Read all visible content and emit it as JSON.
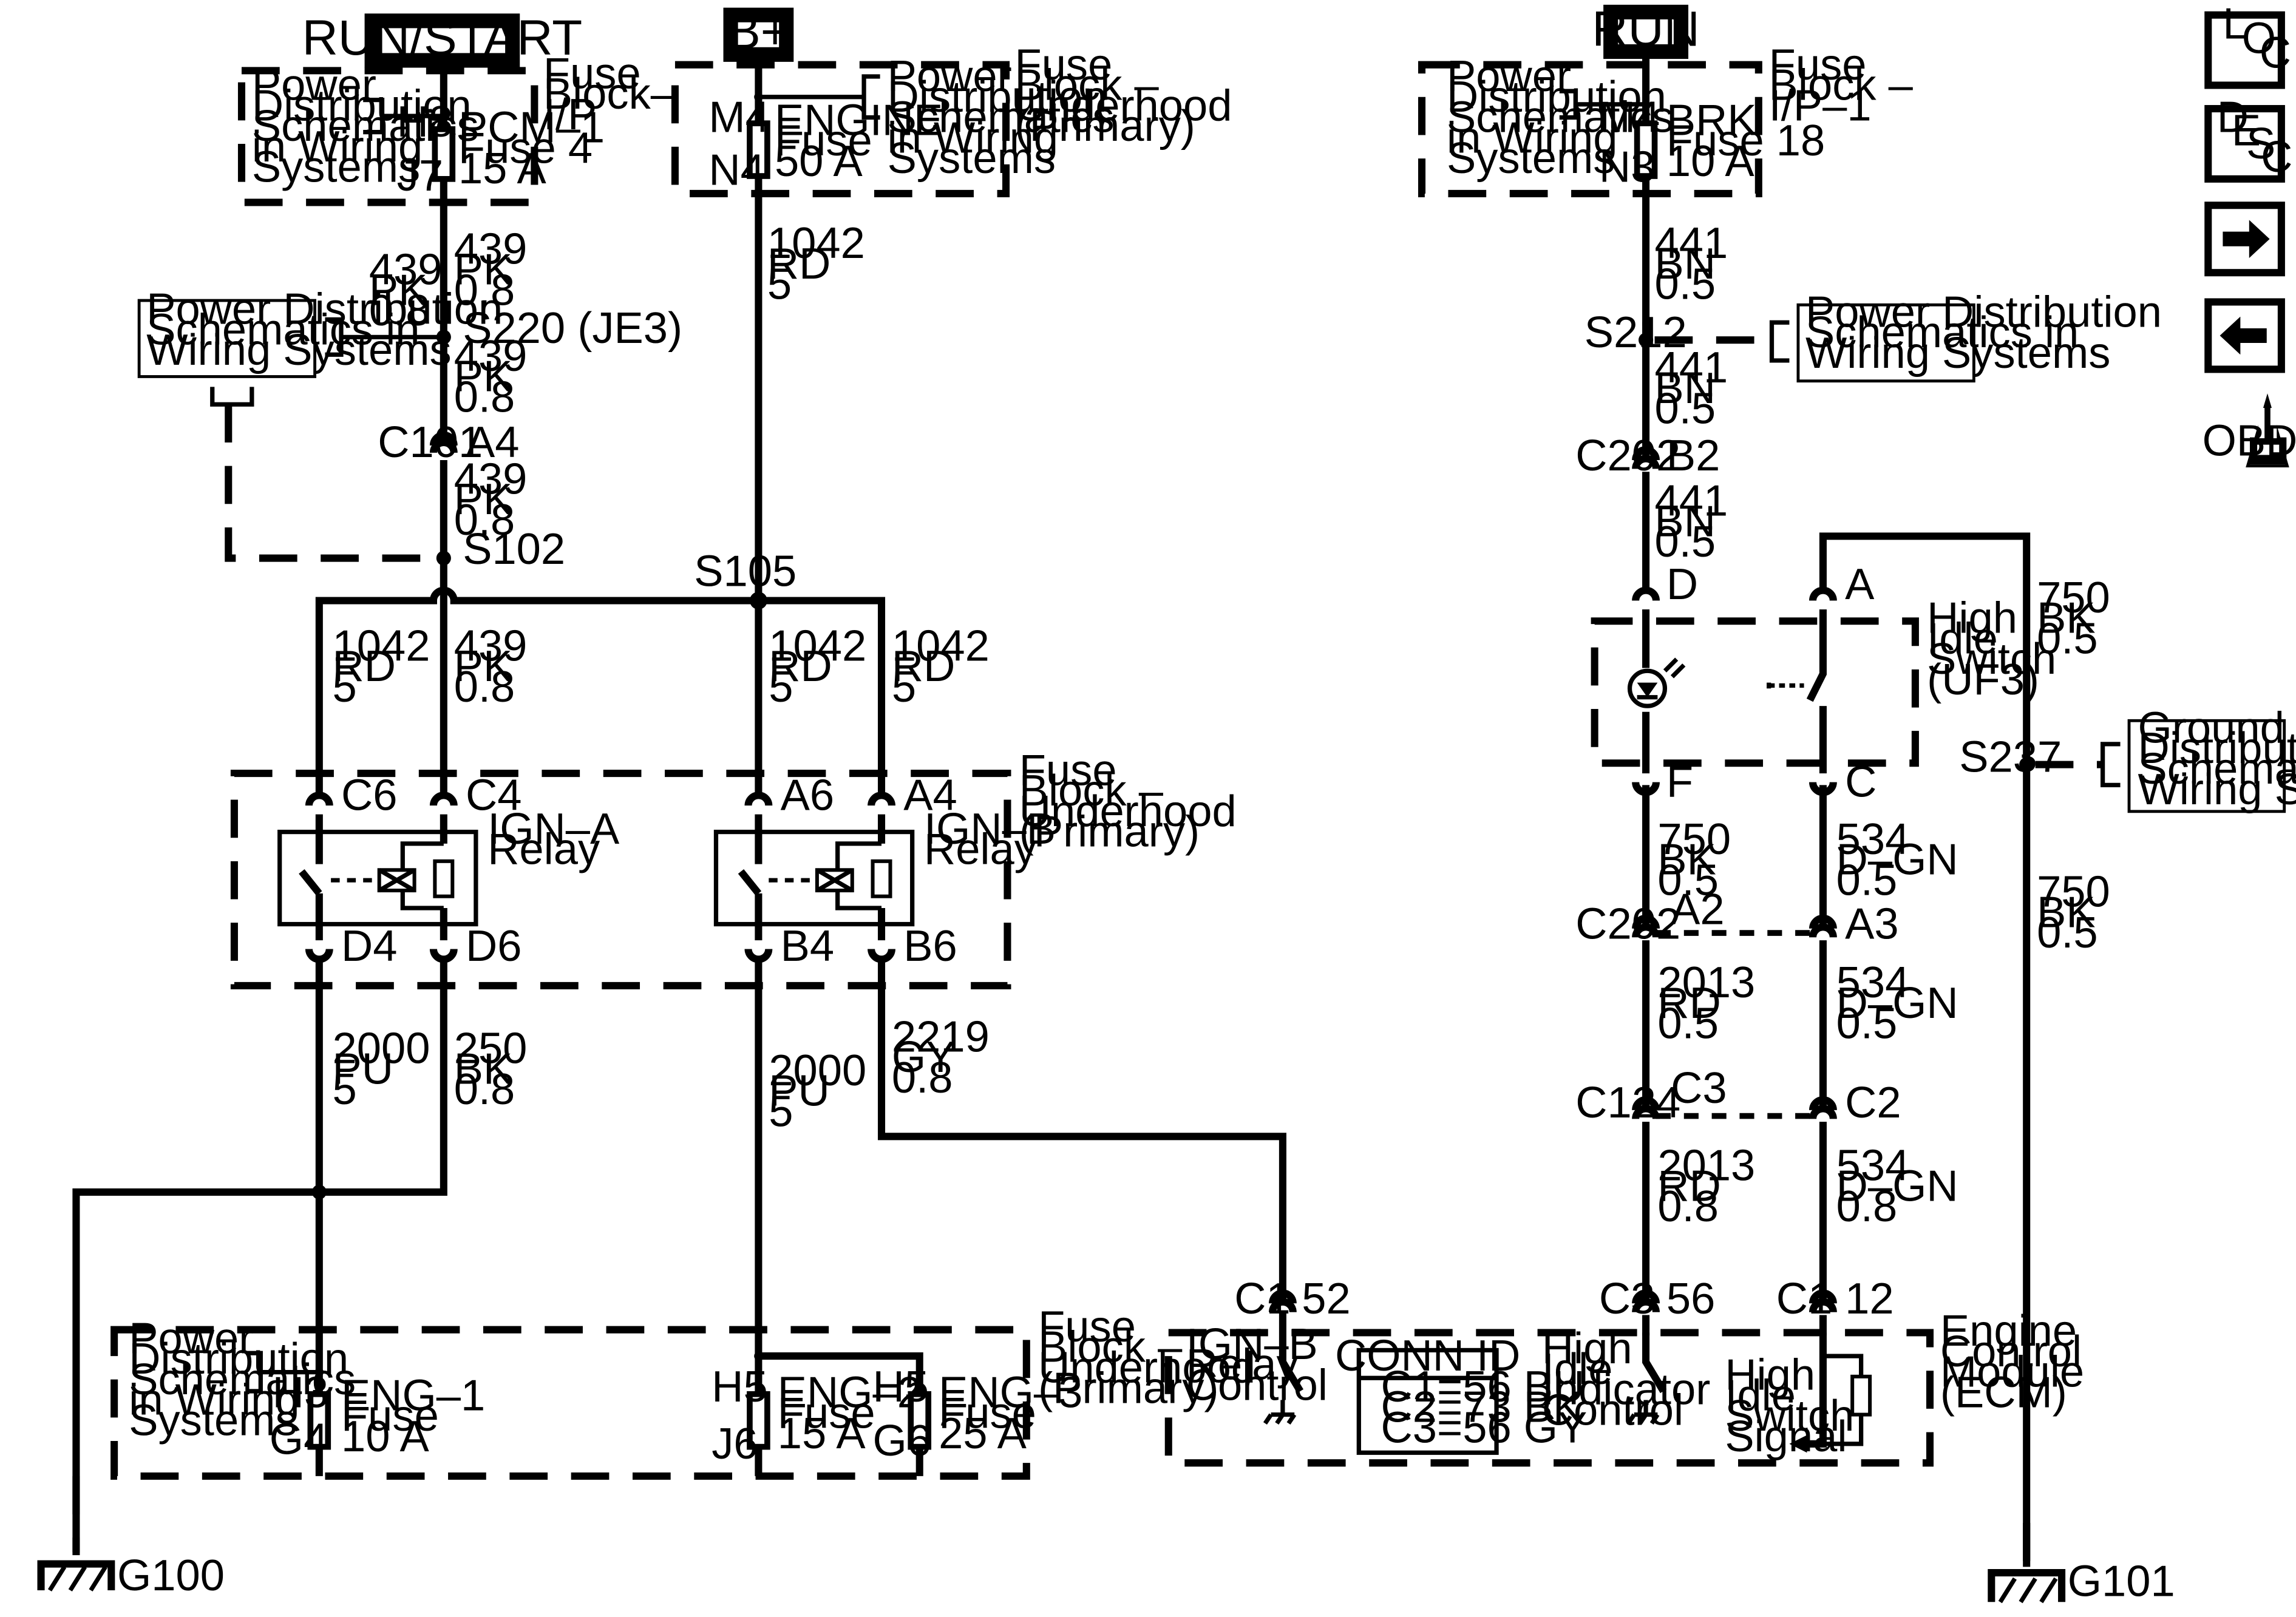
{
  "sources": {
    "run_start": "RUN/START",
    "b_plus": "B+",
    "run": "RUN"
  },
  "fuse_block_ip": {
    "label": [
      "Fuse",
      "Block–",
      "I/P"
    ],
    "ref": [
      "Power",
      "Distribution",
      "Schematics",
      "in Wiring",
      "Systems"
    ],
    "fuse": [
      "PCM–1",
      "Fuse 4",
      "15 A"
    ],
    "pin_in": "H8",
    "pin_out": "J7"
  },
  "fuse_block_uh_top": {
    "label": [
      "Fuse",
      "Block –",
      "Underhood",
      "(Primary)"
    ],
    "ref": [
      "Power",
      "Distribution",
      "Schematics",
      "in Wiring",
      "Systems"
    ],
    "fuse": [
      "ENGINE",
      "Fuse",
      "50 A"
    ],
    "pin_in": "M4",
    "pin_out": "N4"
  },
  "fuse_block_ip1": {
    "label": [
      "Fuse",
      "Block –",
      "I/P–1"
    ],
    "ref": [
      "Power",
      "Distribution",
      "Schematics",
      "in Wiring",
      "Systems"
    ],
    "fuse": [
      "BRK",
      "Fuse 18",
      "10 A"
    ],
    "pin_in": "M4",
    "pin_out": "N3"
  },
  "wires": {
    "w439": [
      "439",
      "PK",
      "0.8"
    ],
    "w1042_top": [
      "1042",
      "RD",
      "5"
    ],
    "w441": [
      "441",
      "BN",
      "0.5"
    ],
    "w1042_relay": [
      "1042",
      "RD",
      "5"
    ],
    "w2000": [
      "2000",
      "PU",
      "5"
    ],
    "w250": [
      "250",
      "BK",
      "0.8"
    ],
    "w2219": [
      "2219",
      "GY",
      "0.8"
    ],
    "w750": [
      "750",
      "BK",
      "0.5"
    ],
    "w534_05": [
      "534",
      "D–GN",
      "0.5"
    ],
    "w2013_05": [
      "2013",
      "RD",
      "0.5"
    ],
    "w2013_08": [
      "2013",
      "RD",
      "0.8"
    ],
    "w534_08": [
      "534",
      "D–GN",
      "0.8"
    ]
  },
  "pdist_ref": [
    "Power Distribution",
    "Schematics in",
    "Wiring  Systems"
  ],
  "ground_ref": [
    "Ground",
    "Distribution",
    "Schematics in",
    "Wiring Systems"
  ],
  "splices": {
    "s220": "S220 (JE3)",
    "s102": "S102",
    "s105": "S105",
    "s212": "S212",
    "s237": "S237"
  },
  "connectors": {
    "c101": "C101",
    "a4": "A4",
    "c202": "C202",
    "b2": "B2",
    "d": "D",
    "a": "A",
    "f": "F",
    "c": "C",
    "a2": "A2",
    "a3": "A3",
    "c124": "C124",
    "c3": "C3",
    "c2": "C2",
    "c1": "C1",
    "p52": "52",
    "p56": "56",
    "p12": "12"
  },
  "relay_block": {
    "label": [
      "Fuse",
      "Block –",
      "Underhood",
      "(Primary)"
    ],
    "ign_a": [
      "IGN–A",
      "Relay"
    ],
    "ign_b": [
      "IGN–B",
      "Relay"
    ],
    "pins": {
      "c6": "C6",
      "c4": "C4",
      "d4": "D4",
      "d6": "D6",
      "a6": "A6",
      "a4": "A4",
      "b4": "B4",
      "b6": "B6"
    }
  },
  "high_idle_switch": [
    "High",
    "Idle",
    "Switch",
    "(UF3)"
  ],
  "bottom_fuse_block": {
    "label": [
      "Fuse",
      "Block –",
      "Underhood",
      "(Primary)"
    ],
    "ref": [
      "Power",
      "Distribution",
      "Schematics",
      "in Wiring",
      "Systems"
    ],
    "eng1": [
      "ENG–1",
      "Fuse",
      "10 A"
    ],
    "eng2": [
      "ENG–2",
      "Fuse",
      "15 A"
    ],
    "eng3": [
      "ENG–3",
      "Fuse",
      "25 A"
    ],
    "pins": {
      "h3": "H3",
      "g4": "G4",
      "h5a": "H5",
      "j6": "J6",
      "h5b": "H5",
      "g6": "G6"
    }
  },
  "ecm": {
    "label": [
      "Engine",
      "Control",
      "Module",
      "(ECM)"
    ],
    "relay_ctrl": [
      "IGN–B",
      "Relay",
      "Control"
    ],
    "conn_id_title": "CONN ID",
    "conn_id": [
      "C1=56 BU",
      "C2=73 BK",
      "C3=56 GY"
    ],
    "indicator_ctrl": [
      "High",
      "Idle",
      "Indicator",
      "Control"
    ],
    "switch_signal": [
      "High",
      "Idle",
      "Switch",
      "Signal"
    ]
  },
  "grounds": {
    "g100": "G100",
    "g101": "G101"
  },
  "nav": {
    "loc": [
      "L",
      "O",
      "C"
    ],
    "desc": [
      "D",
      "E",
      "S",
      "C"
    ],
    "next_icon": "arrow-right",
    "prev_icon": "arrow-left",
    "obd_mark": "II",
    "obd_label": "OBD II"
  }
}
